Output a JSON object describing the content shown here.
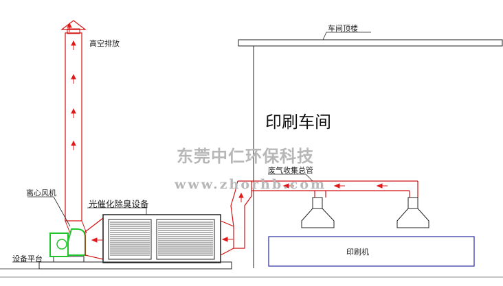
{
  "diagram": {
    "labels": {
      "high_altitude_exhaust": "高空排放",
      "workshop_roof": "车间顶楼",
      "printing_workshop": "印刷车间",
      "waste_gas_main_pipe": "废气收集总管",
      "centrifugal_fan": "离心风机",
      "photocatalytic_equipment": "光催化除臭设备",
      "equipment_platform": "设备平台",
      "printing_machine": "印刷机"
    },
    "watermark": {
      "company": "东莞中仁环保科技",
      "url": "www.zhorhb.com"
    },
    "colors": {
      "duct": "#d21010",
      "flow_arrow": "#e01a1a",
      "fan": "#21c42a",
      "outline": "#222222",
      "machine": "#2a2aa0"
    }
  }
}
